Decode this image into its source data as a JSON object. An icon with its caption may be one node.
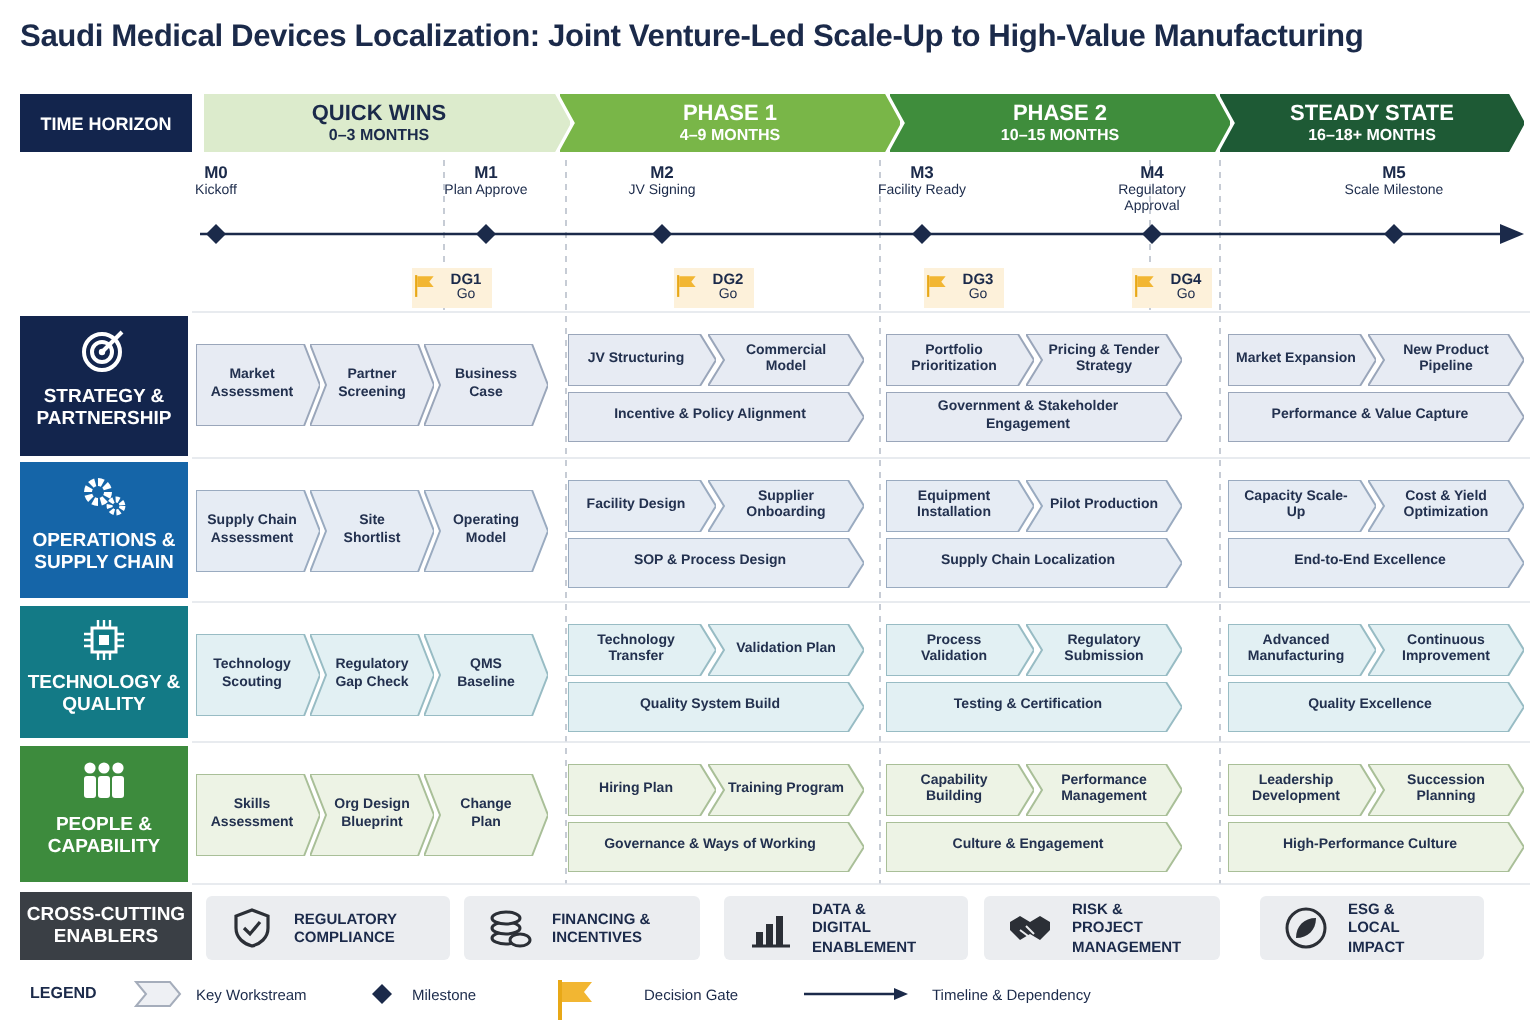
{
  "diagram": {
    "title": "Saudi Medical Devices Localization: Joint Venture-Led Scale-Up to High-Value Manufacturing",
    "nodes": [
      {
        "text": [
          "TIME HORIZON"
        ]
      },
      {
        "text": [
          "QUICK WINS",
          "0–3 MONTHS"
        ]
      },
      {
        "text": [
          "PHASE 1",
          "4–9 MONTHS"
        ]
      },
      {
        "text": [
          "PHASE 2",
          "10–15 MONTHS"
        ]
      },
      {
        "text": [
          "STEADY STATE",
          "16–18+ MONTHS"
        ]
      },
      {
        "text": [],
        "shape": "diamond",
        "beside": [
          "M0",
          "Kickoff"
        ]
      },
      {
        "text": [],
        "shape": "diamond",
        "beside": [
          "M1",
          "Plan Approve"
        ]
      },
      {
        "text": [],
        "shape": "diamond",
        "beside": [
          "M2",
          "JV Signing"
        ]
      },
      {
        "text": [],
        "shape": "diamond",
        "beside": [
          "M3",
          "Facility Ready"
        ]
      },
      {
        "text": [],
        "shape": "diamond",
        "beside": [
          "M4",
          "Regulatory Approval"
        ]
      },
      {
        "text": [],
        "shape": "diamond",
        "beside": [
          "M5",
          "Scale Milestone"
        ]
      },
      {
        "text": [
          "DG1",
          "Go"
        ]
      },
      {
        "text": [
          "DG2",
          "Go"
        ]
      },
      {
        "text": [
          "DG3",
          "Go"
        ]
      },
      {
        "text": [
          "DG4",
          "Go"
        ]
      },
      {
        "text": [
          "STRATEGY & PARTNERSHIP"
        ]
      },
      {
        "text": [
          "OPERATIONS & SUPPLY CHAIN"
        ]
      },
      {
        "text": [
          "TECHNOLOGY & QUALITY"
        ]
      },
      {
        "text": [
          "PEOPLE & CAPABILITY"
        ]
      },
      {
        "text": [
          "Market Assessment"
        ]
      },
      {
        "text": [
          "Partner Screening"
        ]
      },
      {
        "text": [
          "Business Case"
        ]
      },
      {
        "text": [
          "JV Structuring"
        ]
      },
      {
        "text": [
          "Commercial Model"
        ]
      },
      {
        "text": [
          "Incentive & Policy Alignment"
        ]
      },
      {
        "text": [
          "Portfolio Prioritization"
        ]
      },
      {
        "text": [
          "Pricing & Tender Strategy"
        ]
      },
      {
        "text": [
          "Government & Stakeholder Engagement"
        ]
      },
      {
        "text": [
          "Market Expansion"
        ]
      },
      {
        "text": [
          "New Product Pipeline"
        ]
      },
      {
        "text": [
          "Performance & Value Capture"
        ]
      },
      {
        "text": [
          "Supply Chain Assessment"
        ]
      },
      {
        "text": [
          "Site Shortlist"
        ]
      },
      {
        "text": [
          "Operating Model"
        ]
      },
      {
        "text": [
          "Facility Design"
        ]
      },
      {
        "text": [
          "Supplier Onboarding"
        ]
      },
      {
        "text": [
          "SOP & Process Design"
        ]
      },
      {
        "text": [
          "Equipment Installation"
        ]
      },
      {
        "text": [
          "Pilot Production"
        ]
      },
      {
        "text": [
          "Supply Chain Localization"
        ]
      },
      {
        "text": [
          "Capacity Scale-Up"
        ]
      },
      {
        "text": [
          "Cost & Yield Optimization"
        ]
      },
      {
        "text": [
          "End-to-End Excellence"
        ]
      },
      {
        "text": [
          "Technology Scouting"
        ]
      },
      {
        "text": [
          "Regulatory Gap Check"
        ]
      },
      {
        "text": [
          "QMS Baseline"
        ]
      },
      {
        "text": [
          "Technology Transfer"
        ]
      },
      {
        "text": [
          "Validation Plan"
        ]
      },
      {
        "text": [
          "Quality System Build"
        ]
      },
      {
        "text": [
          "Process Validation"
        ]
      },
      {
        "text": [
          "Regulatory Submission"
        ]
      },
      {
        "text": [
          "Testing & Certification"
        ]
      },
      {
        "text": [
          "Advanced Manufacturing"
        ]
      },
      {
        "text": [
          "Continuous Improvement"
        ]
      },
      {
        "text": [
          "Quality Excellence"
        ]
      },
      {
        "text": [
          "Skills Assessment"
        ]
      },
      {
        "text": [
          "Org Design Blueprint"
        ]
      },
      {
        "text": [
          "Change Plan"
        ]
      },
      {
        "text": [
          "Hiring Plan"
        ]
      },
      {
        "text": [
          "Training Program"
        ]
      },
      {
        "text": [
          "Governance & Ways of Working"
        ]
      },
      {
        "text": [
          "Capability Building"
        ]
      },
      {
        "text": [
          "Performance Management"
        ]
      },
      {
        "text": [
          "Culture & Engagement"
        ]
      },
      {
        "text": [
          "Leadership Development"
        ]
      },
      {
        "text": [
          "Succession Planning"
        ]
      },
      {
        "text": [
          "High-Performance Culture"
        ]
      },
      {
        "text": [
          "CROSS-CUTTING ENABLERS"
        ]
      },
      {
        "text": [
          "REGULATORY COMPLIANCE"
        ]
      },
      {
        "text": [
          "FINANCING & INCENTIVES"
        ]
      },
      {
        "text": [
          "DATA & DIGITAL ENABLEMENT"
        ]
      },
      {
        "text": [
          "RISK & PROJECT MANAGEMENT"
        ]
      },
      {
        "text": [
          "ESG & LOCAL IMPACT"
        ]
      }
    ],
    "labels": [
      "LEGEND"
    ],
    "legend": [
      {
        "text": "Key Workstream"
      },
      {
        "text": "Milestone"
      },
      {
        "text": "Decision Gate"
      },
      {
        "text": "Timeline & Dependency"
      }
    ]
  }
}
